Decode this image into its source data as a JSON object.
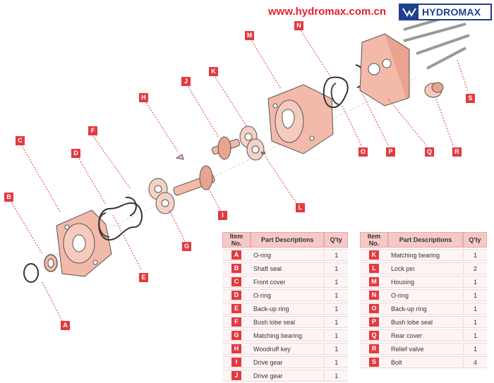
{
  "header": {
    "url": "www.hydromax.com.cn",
    "brand": "HYDROMAX"
  },
  "colors": {
    "accent": "#e23a3f",
    "part_fill": "#f3b9a9",
    "brand_blue": "#1f3f8f"
  },
  "callouts": [
    "A",
    "B",
    "C",
    "D",
    "E",
    "F",
    "G",
    "H",
    "I",
    "J",
    "K",
    "L",
    "M",
    "N",
    "O",
    "P",
    "Q",
    "R",
    "S"
  ],
  "table_left": {
    "headers": [
      "Item No.",
      "Part Descriptions",
      "Q'ty"
    ],
    "rows": [
      {
        "id": "A",
        "desc": "O-ring",
        "qty": "1"
      },
      {
        "id": "B",
        "desc": "Shaft seal",
        "qty": "1"
      },
      {
        "id": "C",
        "desc": "Front cover",
        "qty": "1"
      },
      {
        "id": "D",
        "desc": "O-ring",
        "qty": "1"
      },
      {
        "id": "E",
        "desc": "Back-up ring",
        "qty": "1"
      },
      {
        "id": "F",
        "desc": "Bush lobe seal",
        "qty": "1"
      },
      {
        "id": "G",
        "desc": "Matching bearing",
        "qty": "1"
      },
      {
        "id": "H",
        "desc": "Woodruff key",
        "qty": "1"
      },
      {
        "id": "I",
        "desc": "Drive gear",
        "qty": "1"
      },
      {
        "id": "J",
        "desc": "Drive gear",
        "qty": "1"
      }
    ]
  },
  "table_right": {
    "headers": [
      "Item No.",
      "Part Descriptions",
      "Q'ty"
    ],
    "rows": [
      {
        "id": "K",
        "desc": "Matching bearing",
        "qty": "1"
      },
      {
        "id": "L",
        "desc": "Lock pin",
        "qty": "2"
      },
      {
        "id": "M",
        "desc": "Housing",
        "qty": "1"
      },
      {
        "id": "N",
        "desc": "O-ring",
        "qty": "1"
      },
      {
        "id": "O",
        "desc": "Back-up ring",
        "qty": "1"
      },
      {
        "id": "P",
        "desc": "Bush lobe seal",
        "qty": "1"
      },
      {
        "id": "Q",
        "desc": "Rear cover",
        "qty": "1"
      },
      {
        "id": "R",
        "desc": "Relief valve",
        "qty": "1"
      },
      {
        "id": "S",
        "desc": "Bolt",
        "qty": "4"
      }
    ]
  }
}
